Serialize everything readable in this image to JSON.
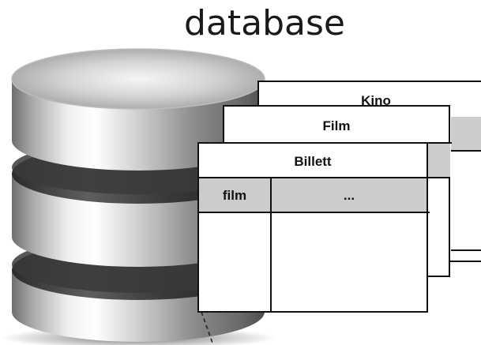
{
  "title": "database",
  "tables": {
    "kino": {
      "name": "Kino"
    },
    "film": {
      "name": "Film"
    },
    "billett": {
      "name": "Billett",
      "columns": [
        "film",
        "..."
      ]
    }
  }
}
